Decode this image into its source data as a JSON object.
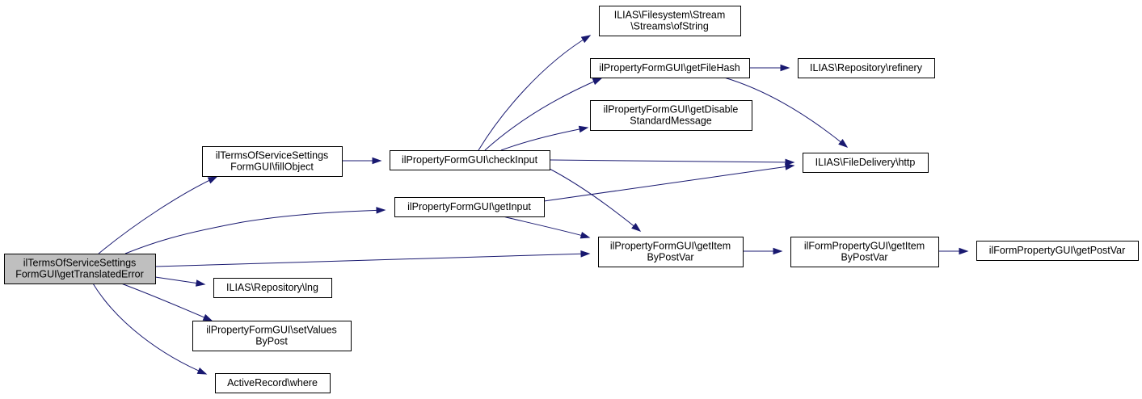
{
  "graph": {
    "nodes": [
      {
        "id": "root",
        "lines": [
          "ilTermsOfServiceSettings",
          "FormGUI\\getTranslatedError"
        ],
        "highlighted": true
      },
      {
        "id": "fillObject",
        "lines": [
          "ilTermsOfServiceSettings",
          "FormGUI\\fillObject"
        ]
      },
      {
        "id": "checkInput",
        "lines": [
          "ilPropertyFormGUI\\checkInput"
        ]
      },
      {
        "id": "getInput",
        "lines": [
          "ilPropertyFormGUI\\getInput"
        ]
      },
      {
        "id": "lng",
        "lines": [
          "ILIAS\\Repository\\lng"
        ]
      },
      {
        "id": "setValues",
        "lines": [
          "ilPropertyFormGUI\\setValues",
          "ByPost"
        ]
      },
      {
        "id": "where",
        "lines": [
          "ActiveRecord\\where"
        ]
      },
      {
        "id": "ofString",
        "lines": [
          "ILIAS\\Filesystem\\Stream",
          "\\Streams\\ofString"
        ]
      },
      {
        "id": "getFileHash",
        "lines": [
          "ilPropertyFormGUI\\getFileHash"
        ]
      },
      {
        "id": "getDisable",
        "lines": [
          "ilPropertyFormGUI\\getDisable",
          "StandardMessage"
        ]
      },
      {
        "id": "getItemPFG",
        "lines": [
          "ilPropertyFormGUI\\getItem",
          "ByPostVar"
        ]
      },
      {
        "id": "refinery",
        "lines": [
          "ILIAS\\Repository\\refinery"
        ]
      },
      {
        "id": "http",
        "lines": [
          "ILIAS\\FileDelivery\\http"
        ]
      },
      {
        "id": "getItemFPG",
        "lines": [
          "ilFormPropertyGUI\\getItem",
          "ByPostVar"
        ]
      },
      {
        "id": "getPostVar",
        "lines": [
          "ilFormPropertyGUI\\getPostVar"
        ]
      }
    ],
    "edges": [
      {
        "from": "root",
        "to": "fillObject"
      },
      {
        "from": "root",
        "to": "getInput"
      },
      {
        "from": "root",
        "to": "getItemPFG"
      },
      {
        "from": "root",
        "to": "lng"
      },
      {
        "from": "root",
        "to": "setValues"
      },
      {
        "from": "root",
        "to": "where"
      },
      {
        "from": "fillObject",
        "to": "checkInput"
      },
      {
        "from": "checkInput",
        "to": "ofString"
      },
      {
        "from": "checkInput",
        "to": "getFileHash"
      },
      {
        "from": "checkInput",
        "to": "getDisable"
      },
      {
        "from": "checkInput",
        "to": "http"
      },
      {
        "from": "checkInput",
        "to": "getItemPFG"
      },
      {
        "from": "getInput",
        "to": "http"
      },
      {
        "from": "getInput",
        "to": "getItemPFG"
      },
      {
        "from": "getFileHash",
        "to": "refinery"
      },
      {
        "from": "getFileHash",
        "to": "http"
      },
      {
        "from": "getItemPFG",
        "to": "getItemFPG"
      },
      {
        "from": "getItemFPG",
        "to": "getPostVar"
      }
    ]
  }
}
